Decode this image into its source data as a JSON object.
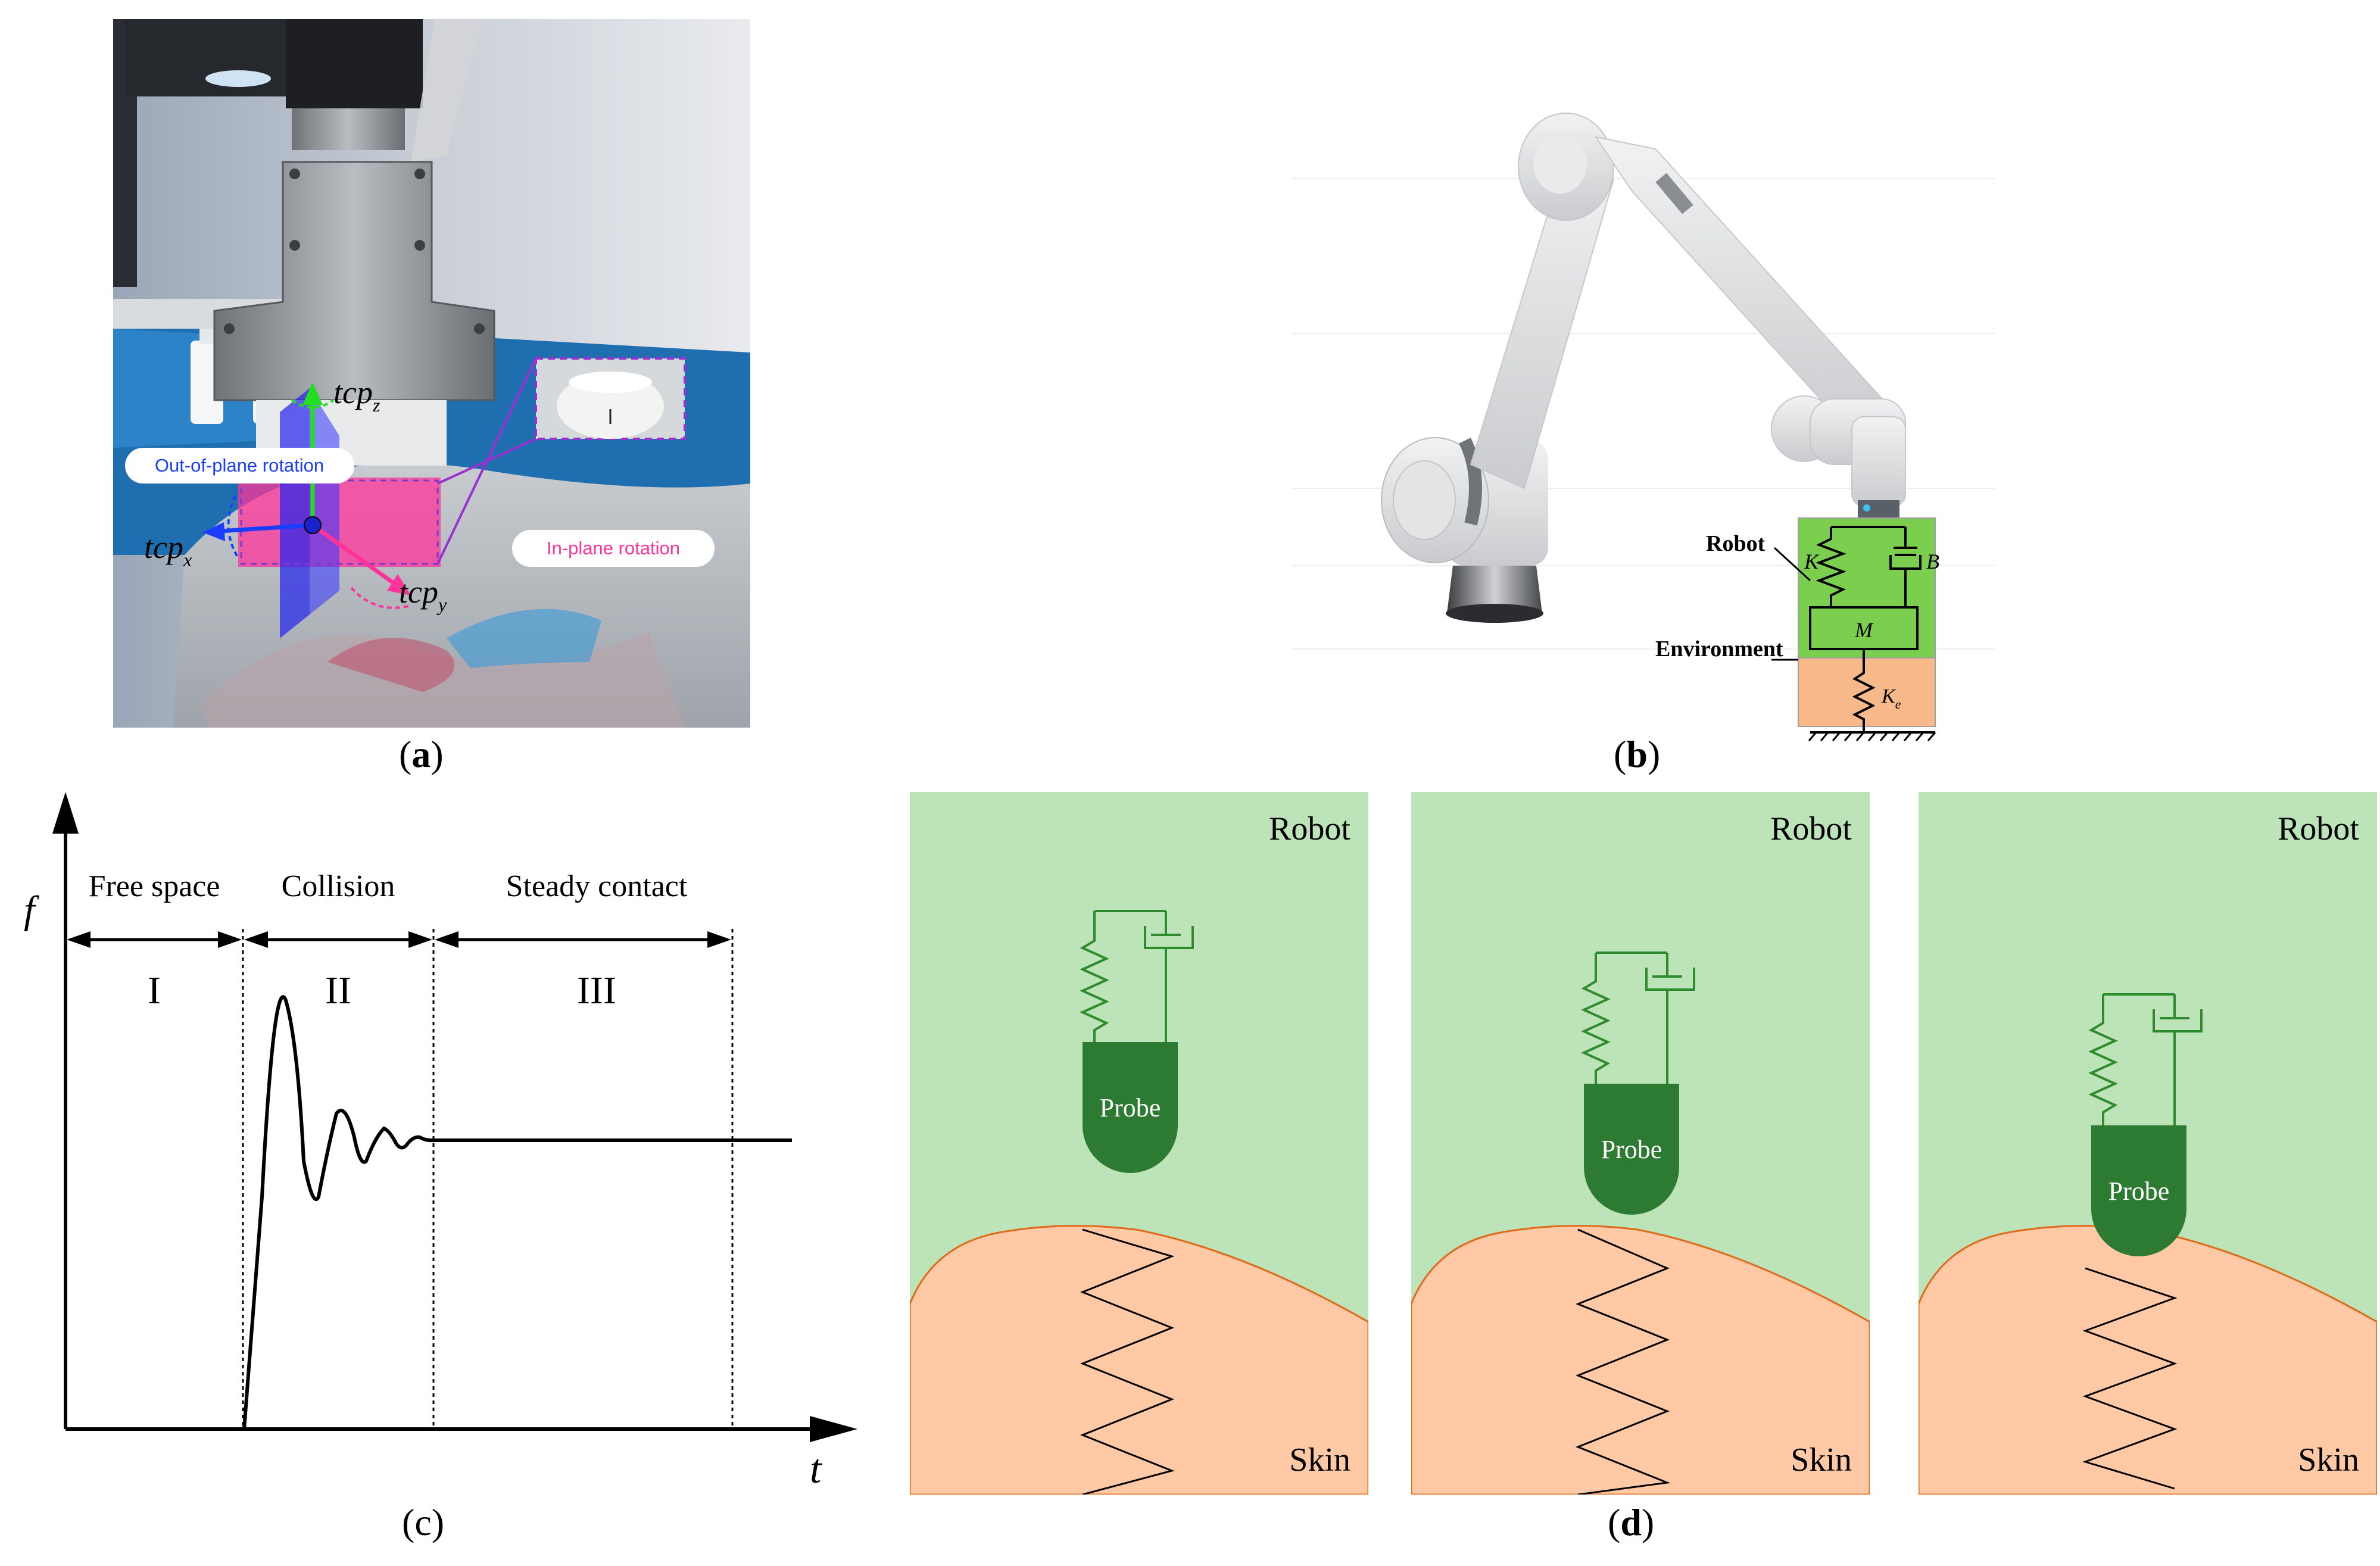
{
  "colors": {
    "robot_green_light": "#bde3b8",
    "skin_peach": "#ffc9a6",
    "skin_edge": "#e06a1a",
    "spring_green": "#2e8b2e",
    "probe_green": "#2d7a32",
    "panel_b_robot": "#7ccf4e",
    "panel_b_env": "#f7b98a",
    "pink": "#ff3399",
    "blue": "#1a3dff",
    "axis_green": "#22dd22"
  },
  "panel_a": {
    "caption": "(a)",
    "tcp_z_main": "tcp",
    "tcp_z_sub": "z",
    "tcp_x_main": "tcp",
    "tcp_x_sub": "x",
    "tcp_y_main": "tcp",
    "tcp_y_sub": "y",
    "label_out_of_plane": "Out-of-plane rotation",
    "label_in_plane": "In-plane rotation"
  },
  "panel_b": {
    "caption": "(b)",
    "robot_label": "Robot",
    "environment_label": "Environment",
    "k_label": "K",
    "b_label": "B",
    "m_label": "M",
    "ke_main": "K",
    "ke_sub": "e"
  },
  "panel_c": {
    "caption": "(c)",
    "y_axis": "f",
    "x_axis": "t",
    "phases": [
      {
        "title": "Free space",
        "numeral": "I"
      },
      {
        "title": "Collision",
        "numeral": "II"
      },
      {
        "title": "Steady contact",
        "numeral": "III"
      }
    ]
  },
  "panel_d": {
    "caption": "(d)",
    "sub_panels": [
      {
        "robot": "Robot",
        "skin": "Skin",
        "probe": "Probe"
      },
      {
        "robot": "Robot",
        "skin": "Skin",
        "probe": "Probe"
      },
      {
        "robot": "Robot",
        "skin": "Skin",
        "probe": "Probe"
      }
    ]
  }
}
